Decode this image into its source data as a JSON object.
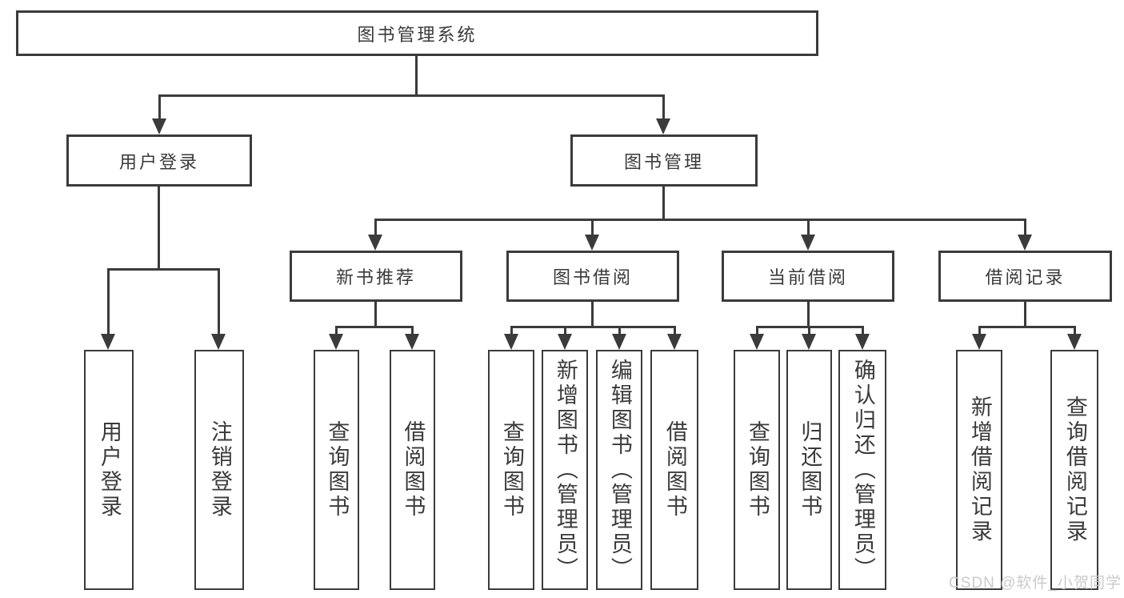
{
  "tree": {
    "label": "图书管理系统",
    "children": [
      {
        "label": "用户登录",
        "children": [
          {
            "label": "用户登录"
          },
          {
            "label": "注销登录"
          }
        ]
      },
      {
        "label": "图书管理",
        "children": [
          {
            "label": "新书推荐",
            "children": [
              {
                "label": "查询图书"
              },
              {
                "label": "借阅图书"
              }
            ]
          },
          {
            "label": "图书借阅",
            "children": [
              {
                "label": "查询图书"
              },
              {
                "label": "新增图书（管理员）"
              },
              {
                "label": "编辑图书（管理员）"
              },
              {
                "label": "借阅图书"
              }
            ]
          },
          {
            "label": "当前借阅",
            "children": [
              {
                "label": "查询图书"
              },
              {
                "label": "归还图书"
              },
              {
                "label": "确认归还（管理员）"
              }
            ]
          },
          {
            "label": "借阅记录",
            "children": [
              {
                "label": "新增借阅记录"
              },
              {
                "label": "查询借阅记录"
              }
            ]
          }
        ]
      }
    ]
  },
  "watermark": "CSDN @软件_小贺同学",
  "colors": {
    "line": "#3b3b3b",
    "text": "#3a3a3a",
    "background": "#ffffff",
    "watermark": "#c7c7c7"
  }
}
